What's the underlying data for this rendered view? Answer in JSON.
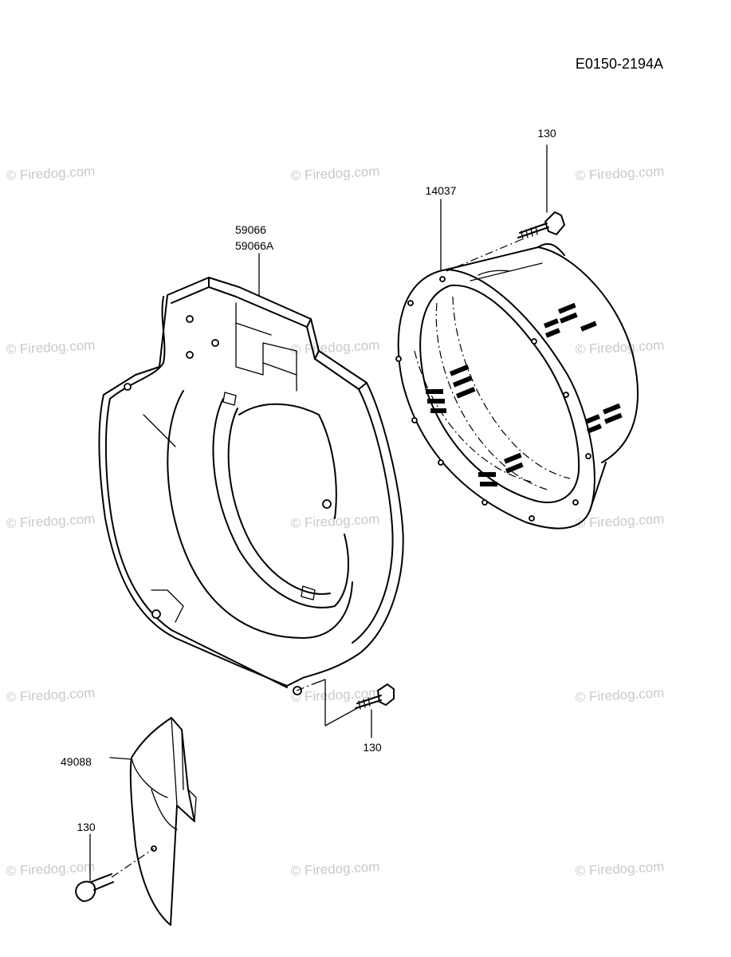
{
  "document": {
    "id": "E0150-2194A"
  },
  "watermark": {
    "text": "© Firedog.com",
    "color": "#c9c9c9"
  },
  "parts": {
    "bolt_top": "130",
    "flange_ring": "14037",
    "housing_a": "59066",
    "housing_b": "59066A",
    "bolt_middle": "130",
    "cover_plate": "49088",
    "bolt_bottom": "130"
  }
}
